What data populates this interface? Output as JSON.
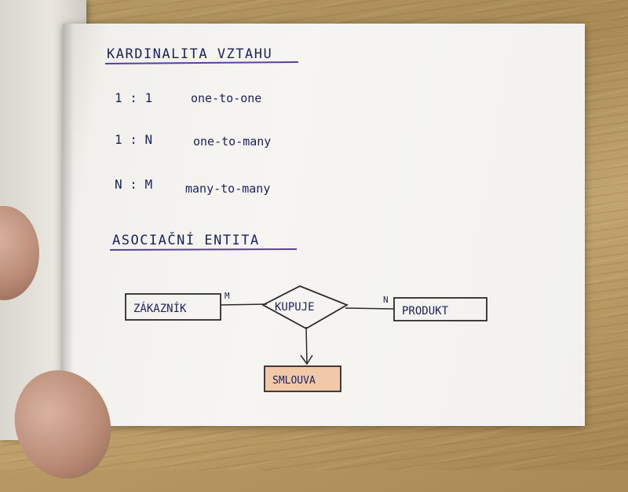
{
  "heading1": "KARDINALITA VZTAHU",
  "rows": [
    {
      "ratio": "1 : 1",
      "desc": "one-to-one"
    },
    {
      "ratio": "1 : N",
      "desc": "one-to-many"
    },
    {
      "ratio": "N : M",
      "desc": "many-to-many"
    }
  ],
  "heading2": "ASOCIAČNÍ ENTITA",
  "diagram": {
    "left_entity": "ZÁKAZNÍK",
    "left_card": "M",
    "relationship": "KUPUJE",
    "right_card": "N",
    "right_entity": "PRODUKT",
    "associative_entity": "SMLOUVA"
  },
  "colors": {
    "ink": "#1c2460",
    "underline": "#5b3f9c",
    "fill_smlouva": "#f1c9a8"
  }
}
